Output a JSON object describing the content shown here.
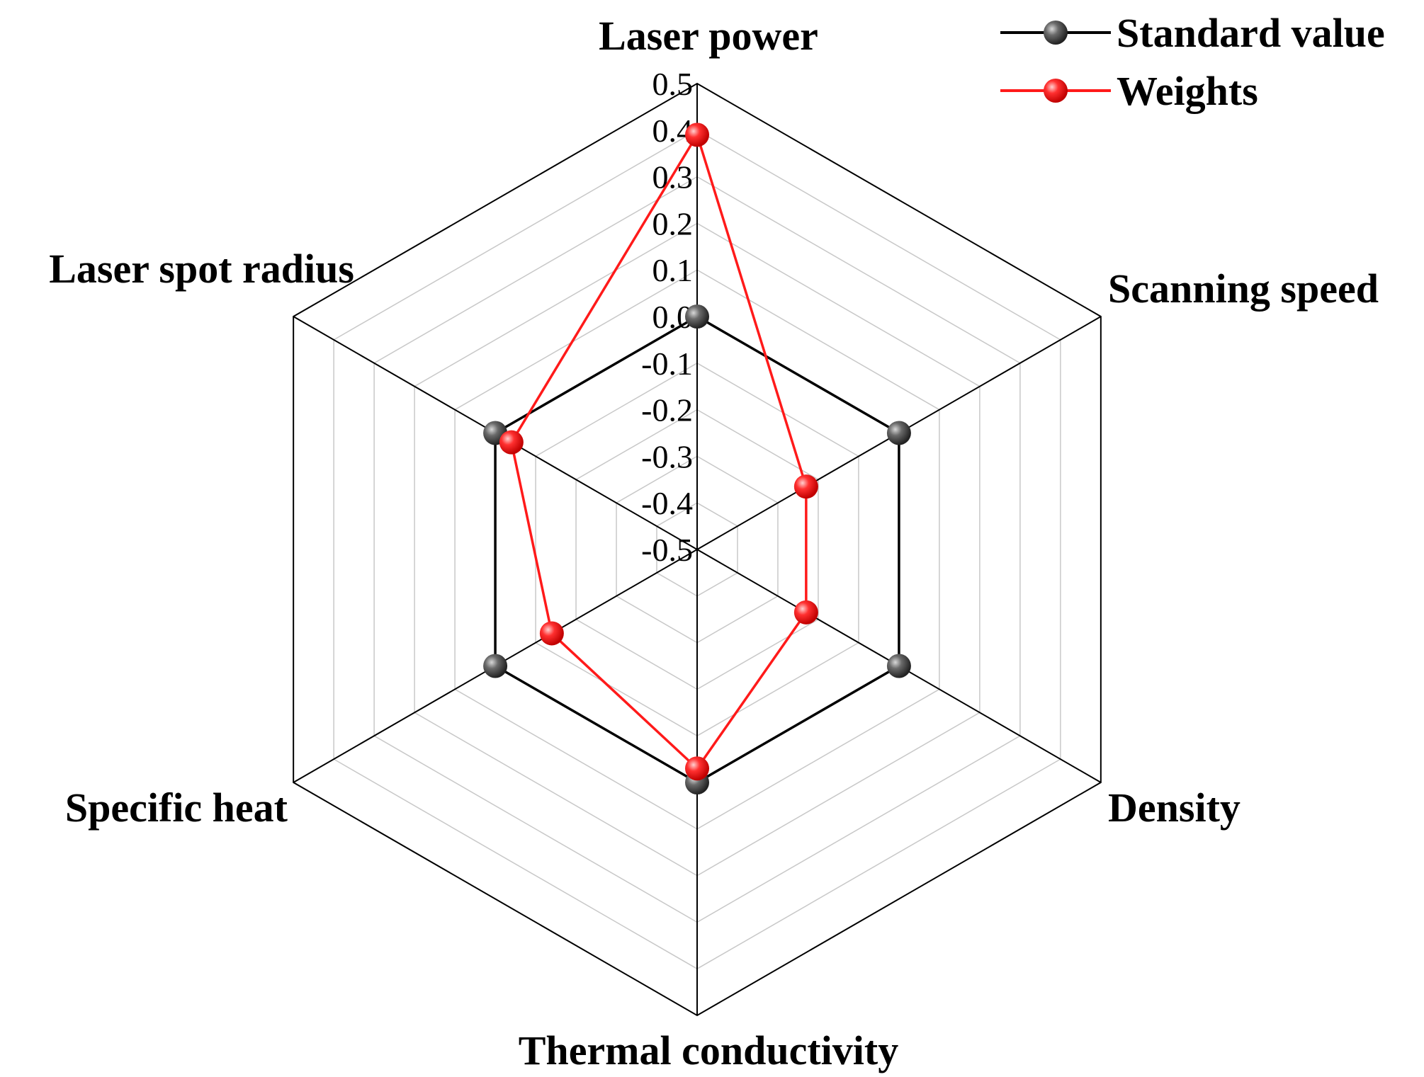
{
  "chart_data": {
    "type": "radar",
    "axes": [
      "Laser power",
      "Scanning speed",
      "Density",
      "Thermal conductivity",
      "Specific heat",
      "Laser spot radius"
    ],
    "rlim": [
      -0.5,
      0.5
    ],
    "ticks": [
      "0.5",
      "0.4",
      "0.3",
      "0.2",
      "0.1",
      "0.0",
      "-0.1",
      "-0.2",
      "-0.3",
      "-0.4",
      "-0.5"
    ],
    "tick_values": [
      0.5,
      0.4,
      0.3,
      0.2,
      0.1,
      0.0,
      -0.1,
      -0.2,
      -0.3,
      -0.4,
      -0.5
    ],
    "grid": true,
    "legend_position": "top-right",
    "series": [
      {
        "name": "Standard value",
        "color": "#000000",
        "marker_color": "#555555",
        "values": [
          0.0,
          0.0,
          0.0,
          0.0,
          0.0,
          0.0
        ]
      },
      {
        "name": "Weights",
        "color": "#ff1a1a",
        "marker_color": "#ff3b3b",
        "values": [
          0.39,
          -0.23,
          -0.23,
          -0.03,
          -0.14,
          -0.04
        ]
      }
    ]
  }
}
